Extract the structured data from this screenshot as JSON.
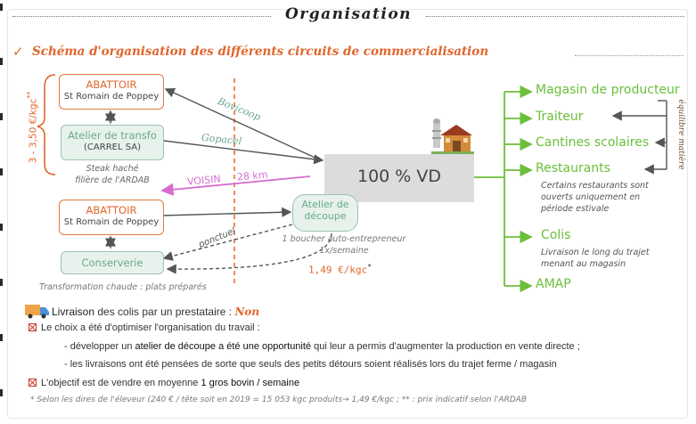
{
  "header": {
    "title": "Organisation"
  },
  "section": {
    "check": "✓",
    "title": "Schéma d'organisation des différents circuits de commercialisation"
  },
  "left": {
    "abattoir1": {
      "title": "ABATTOIR",
      "sub": "St Romain de Poppey"
    },
    "atelier_transfo": {
      "title": "Atelier de transfo",
      "sub": "(CARREL SA)"
    },
    "steak": {
      "line1": "Steak haché",
      "line2": "filière de l'ARDAB"
    },
    "bracket_label": "3 - 3,50 €/kgc",
    "bracket_mark": "**",
    "abattoir2": {
      "title": "ABATTOIR",
      "sub": "St Romain de Poppey"
    },
    "conserverie": "Conserverie",
    "transfo_chaude": "Transformation chaude : plats préparés"
  },
  "center": {
    "vd": "100 % VD",
    "bovicoop": "Bovicoop",
    "gopacel": "Gopacel",
    "voisin": "VOISIN",
    "km": "28 km",
    "atelier_decoupe": {
      "line1": "Atelier de",
      "line2": "découpe"
    },
    "boucher": {
      "line1": "1 boucher auto-entrepreneur",
      "line2": "1x/semaine"
    },
    "prix": "1,49 €/kgc",
    "prix_mark": "*",
    "ponctuel": "ponctuel"
  },
  "right": {
    "destinations": [
      "Magasin de producteur",
      "Traiteur",
      "Cantines scolaires",
      "Restaurants",
      "Colis",
      "AMAP"
    ],
    "restaurants_note": [
      "Certains restaurants sont",
      "ouverts uniquement en",
      "période estivale"
    ],
    "colis_note": [
      "Livraison le long du trajet",
      "menant au magasin"
    ],
    "equilibre": "équilibre matière"
  },
  "bottom": {
    "livraison_prefix": "Livraison",
    "livraison_text": " des colis par un prestataire : ",
    "livraison_answer": "Non",
    "choix": "Le choix a été d'optimiser l'organisation du travail :",
    "b1_pre": "- développer un ",
    "b1_strong": "atelier de découpe a été une opportunité",
    "b1_post": " qui leur a permis d'augmenter la production en vente directe ;",
    "b2": "- les livraisons ont été pensées de sorte que seuls des petits détours soient réalisés lors du trajet ferme / magasin",
    "objectif_pre": "L'objectif est de vendre en moyenne ",
    "objectif_strong": "1 gros bovin / semaine",
    "footnote": "* Selon les dires de l'éleveur (240 € / tête soit en 2019 = 15 053 kgc  produits→ 1,49 €/kgc ; ** : prix indicatif selon l'ARDAB"
  },
  "colors": {
    "orange": "#e0662d",
    "green": "#6bbf3b",
    "teal": "#6aa88c",
    "pink": "#d86bd0",
    "grey": "#d9d9d9"
  }
}
